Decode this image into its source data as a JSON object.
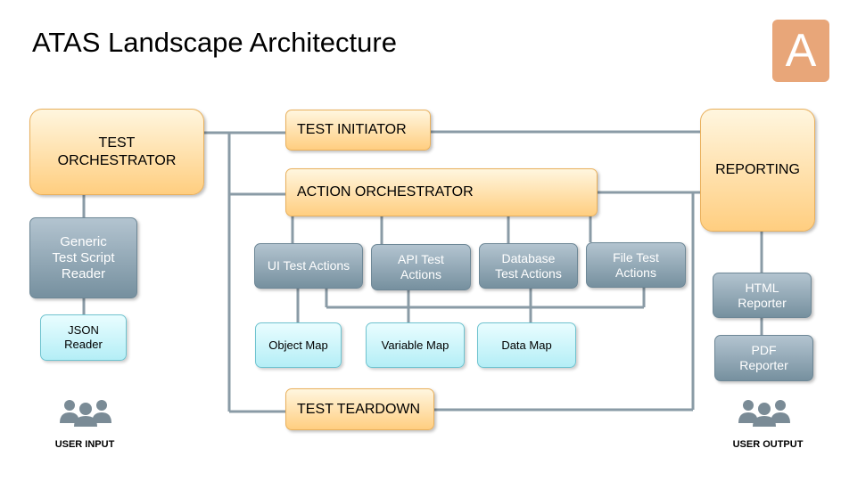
{
  "title": "ATAS Landscape Architecture",
  "logo_letter": "A",
  "boxes": {
    "test_orchestrator": "TEST\nORCHESTRATOR",
    "test_initiator": "TEST INITIATOR",
    "action_orchestrator": "ACTION ORCHESTRATOR",
    "reporting": "REPORTING",
    "test_teardown": "TEST TEARDOWN",
    "generic_reader": "Generic\nTest Script\nReader",
    "json_reader": "JSON\nReader",
    "ui_actions": "UI Test Actions",
    "api_actions": "API Test\nActions",
    "db_actions": "Database\nTest Actions",
    "file_actions": "File Test\nActions",
    "object_map": "Object Map",
    "variable_map": "Variable Map",
    "data_map": "Data Map",
    "html_reporter": "HTML\nReporter",
    "pdf_reporter": "PDF\nReporter"
  },
  "user_input": "USER INPUT",
  "user_output": "USER OUTPUT",
  "colors": {
    "orange": "#ffce80",
    "gray": "#76909f",
    "cyan": "#b4eef6",
    "line": "#8a9ba6",
    "logo": "#e8a679"
  }
}
